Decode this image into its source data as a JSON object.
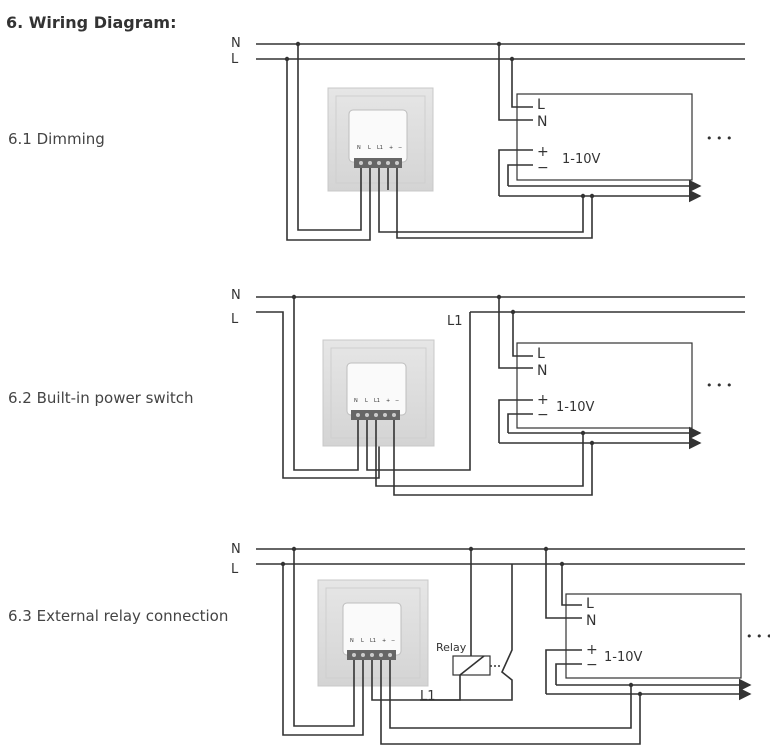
{
  "title": "6. Wiring Diagram:",
  "sections": [
    {
      "label": "6.1 Dimming"
    },
    {
      "label": "6.2 Built-in power switch"
    },
    {
      "label": "6.3 External relay connection"
    }
  ],
  "labels": {
    "N": "N",
    "L": "L",
    "L1": "L1",
    "plus": "+",
    "minus": "−",
    "voltage": "1-10V",
    "ellipsis": "• • •",
    "relay": "Relay",
    "terminals": [
      "N",
      "L",
      "L1",
      "+",
      "−"
    ]
  }
}
